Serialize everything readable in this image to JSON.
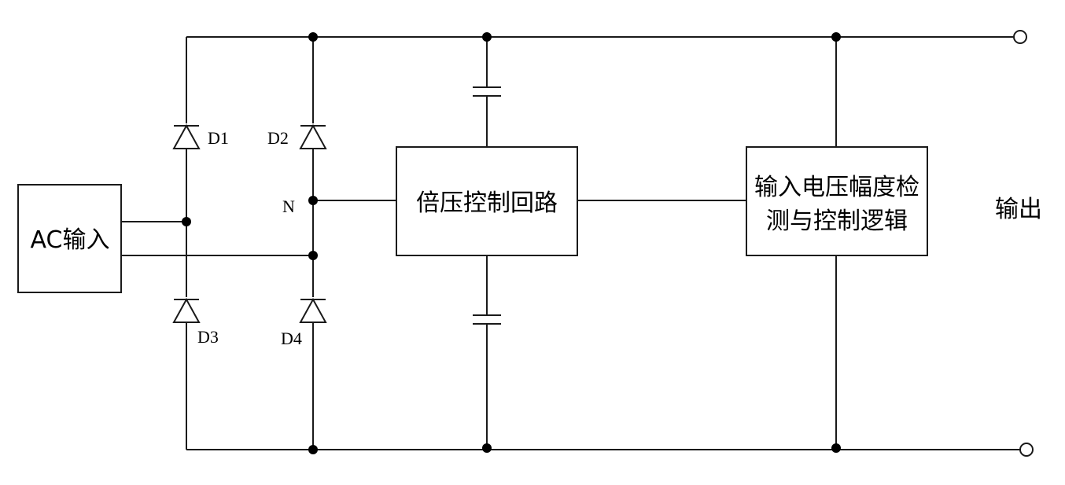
{
  "blocks": {
    "ac_input": "AC输入",
    "doubler": "倍压控制回路",
    "detect_line1": "输入电压幅度检",
    "detect_line2": "测与控制逻辑",
    "output": "输出"
  },
  "diodes": {
    "d1": "D1",
    "d2": "D2",
    "d3": "D3",
    "d4": "D4"
  },
  "node_n": "N",
  "colors": {
    "line": "#1a1a1a",
    "background": "#ffffff"
  }
}
